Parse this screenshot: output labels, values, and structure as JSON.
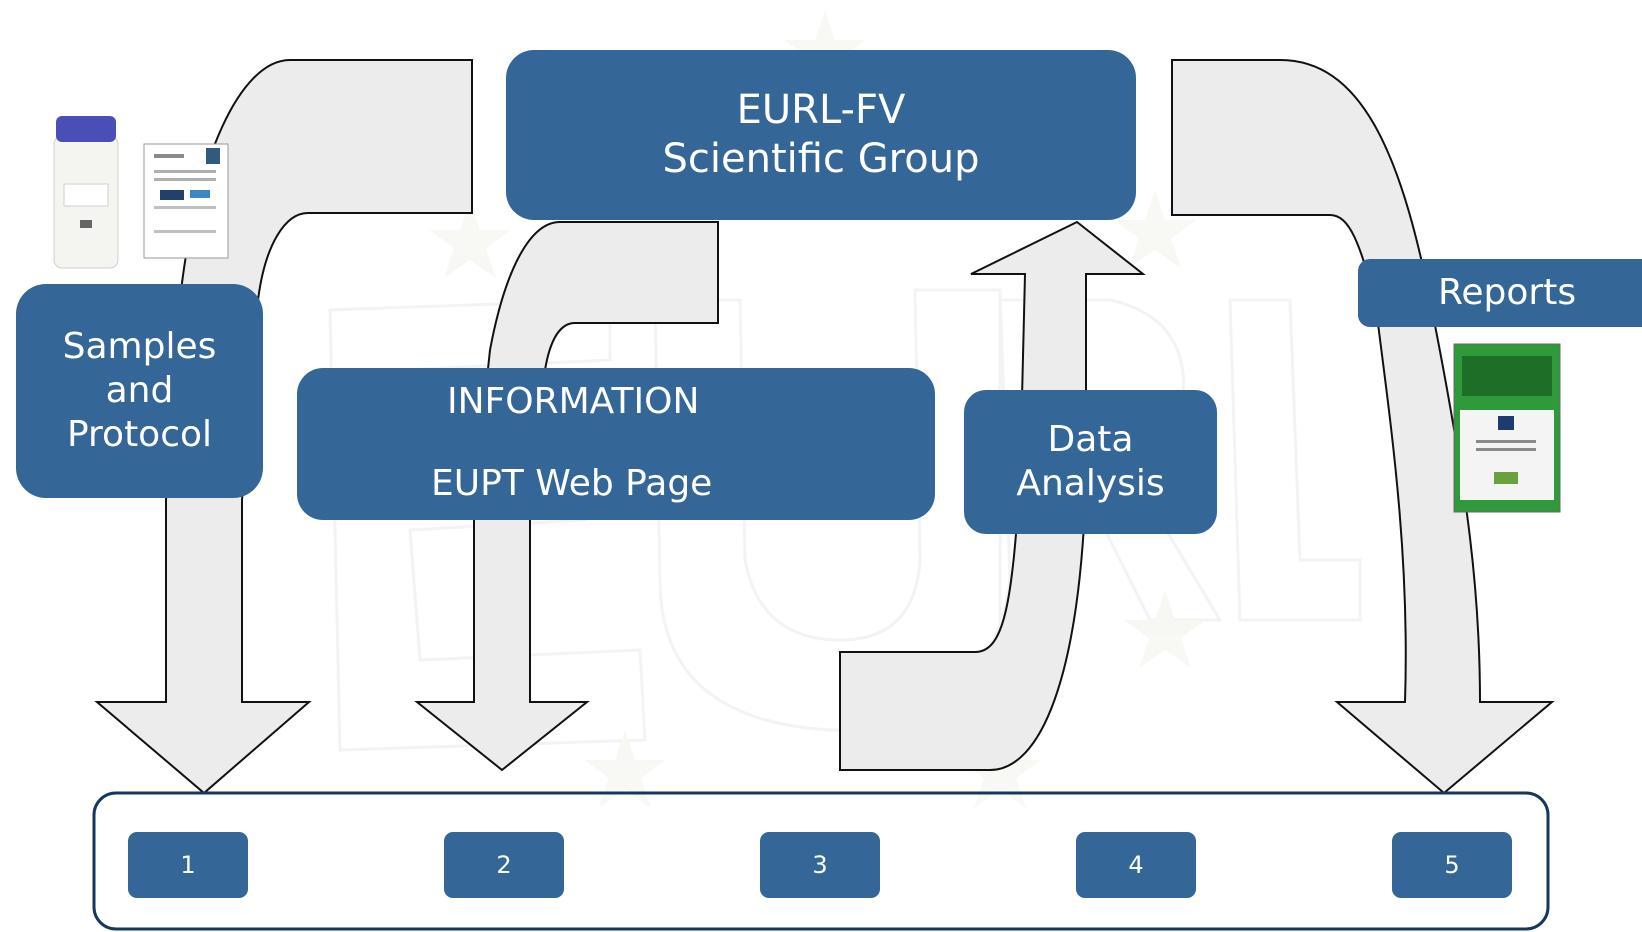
{
  "scientific_group": {
    "line1": "EURL-FV",
    "line2": "Scientific Group"
  },
  "samples": {
    "line1": "Samples",
    "line2": "and",
    "line3": "Protocol"
  },
  "information": {
    "title": "INFORMATION",
    "subtitle": "EUPT Web Page"
  },
  "data_analysis": {
    "line1": "Data",
    "line2": "Analysis"
  },
  "reports": {
    "label": "Reports"
  },
  "labs": [
    "1",
    "2",
    "3",
    "4",
    "5"
  ],
  "watermark": {
    "text": "EURL"
  },
  "colors": {
    "box": "#356698",
    "arrow_fill": "#ececec",
    "panel_border": "#14365f"
  },
  "icons": [
    "sample-bottle-icon",
    "protocol-document-icon",
    "report-cover-icon"
  ]
}
